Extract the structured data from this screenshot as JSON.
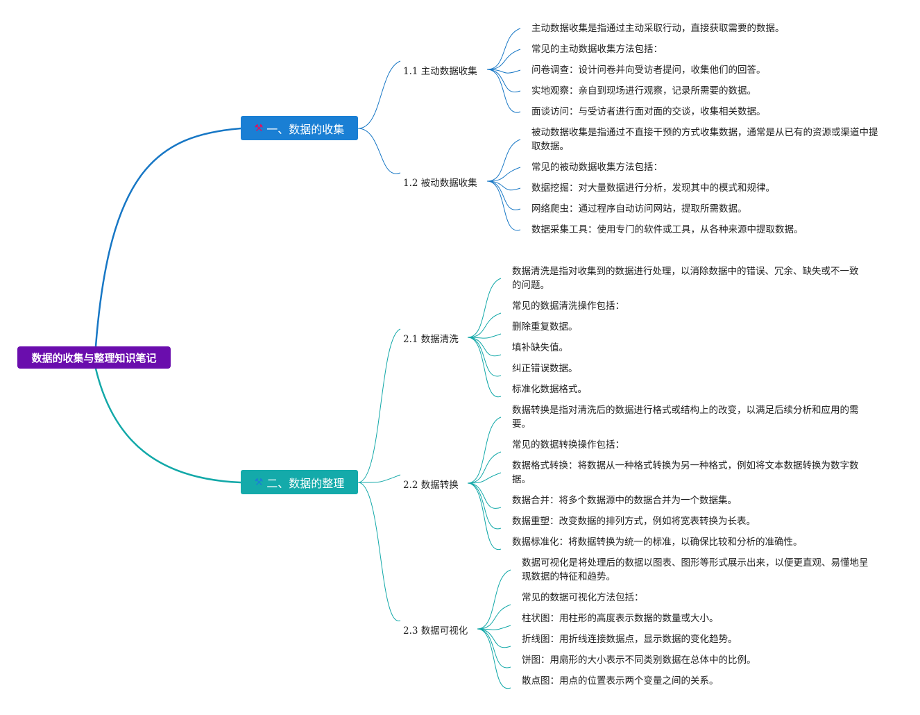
{
  "root": {
    "label": "数据的收集与整理知识笔记",
    "color": "#6a0dad"
  },
  "branches": [
    {
      "label": "一、数据的收集",
      "color": "#1a7fd4",
      "line_color": "#1777c5",
      "icon": "tools-icon",
      "subtopics": [
        {
          "label": "1.1 主动数据收集",
          "items": [
            "主动数据收集是指通过主动采取行动，直接获取需要的数据。",
            "常见的主动数据收集方法包括：",
            "问卷调查：设计问卷并向受访者提问，收集他们的回答。",
            "实地观察：亲自到现场进行观察，记录所需要的数据。",
            "面谈访问：与受访者进行面对面的交谈，收集相关数据。"
          ]
        },
        {
          "label": "1.2 被动数据收集",
          "items": [
            "被动数据收集是指通过不直接干预的方式收集数据，通常是从已有的资源或渠道中提取数据。",
            "常见的被动数据收集方法包括：",
            "数据挖掘：对大量数据进行分析，发现其中的模式和规律。",
            "网络爬虫：通过程序自动访问网站，提取所需数据。",
            "数据采集工具：使用专门的软件或工具，从各种来源中提取数据。"
          ]
        }
      ]
    },
    {
      "label": "二、数据的整理",
      "color": "#14aaaa",
      "line_color": "#12a8a8",
      "icon": "tools-icon",
      "subtopics": [
        {
          "label": "2.1 数据清洗",
          "items": [
            "数据清洗是指对收集到的数据进行处理，以消除数据中的错误、冗余、缺失或不一致的问题。",
            "常见的数据清洗操作包括：",
            "删除重复数据。",
            "填补缺失值。",
            "纠正错误数据。",
            "标准化数据格式。"
          ]
        },
        {
          "label": "2.2 数据转换",
          "items": [
            "数据转换是指对清洗后的数据进行格式或结构上的改变，以满足后续分析和应用的需要。",
            "常见的数据转换操作包括：",
            "数据格式转换：将数据从一种格式转换为另一种格式，例如将文本数据转换为数字数据。",
            "数据合并：将多个数据源中的数据合并为一个数据集。",
            "数据重塑：改变数据的排列方式，例如将宽表转换为长表。",
            "数据标准化：将数据转换为统一的标准，以确保比较和分析的准确性。"
          ]
        },
        {
          "label": "2.3 数据可视化",
          "items": [
            "数据可视化是将处理后的数据以图表、图形等形式展示出来，以便更直观、易懂地呈现数据的特征和趋势。",
            "常见的数据可视化方法包括：",
            "柱状图：用柱形的高度表示数据的数量或大小。",
            "折线图：用折线连接数据点，显示数据的变化趋势。",
            "饼图：用扇形的大小表示不同类别数据在总体中的比例。",
            "散点图：用点的位置表示两个变量之间的关系。"
          ]
        }
      ]
    }
  ]
}
